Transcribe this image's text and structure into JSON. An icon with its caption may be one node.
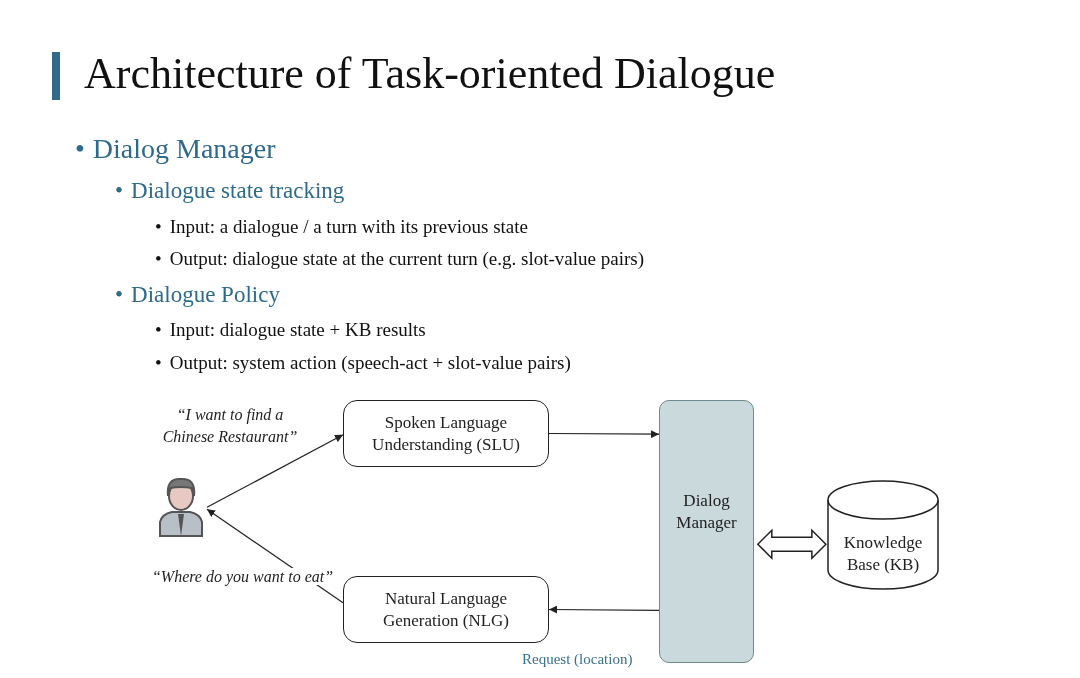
{
  "diagram": {
    "title": "Architecture of Task-oriented Dialogue",
    "nodes": [
      {
        "text": [],
        "shape": "person"
      },
      {
        "text": [
          "Spoken Language Understanding (SLU)"
        ]
      },
      {
        "text": [
          "Natural Language Generation (NLG)"
        ]
      },
      {
        "text": [
          "Dialog Manager"
        ]
      },
      {
        "text": [
          "Knowledge Base (KB)"
        ]
      }
    ],
    "edges": [
      {
        "from": 0,
        "to": 1,
        "arrow": "to",
        "label": "“I want to find a Chinese Restaurant”"
      },
      {
        "from": 2,
        "to": 0,
        "arrow": "to",
        "label": "“Where do you  want to eat”"
      },
      {
        "from": 1,
        "to": 3,
        "arrow": "to"
      },
      {
        "from": 3,
        "to": 2,
        "arrow": "to"
      },
      {
        "from": 3,
        "to": 4,
        "arrow": "both",
        "style": "thick"
      }
    ],
    "labels": [
      "•",
      "Dialog Manager",
      "•",
      "Dialogue state tracking",
      "•",
      "Input: a dialogue / a turn with its previous state",
      "•",
      "Output: dialogue state at the current turn (e.g. slot-value pairs)",
      "•",
      "Dialogue Policy",
      "•",
      "Input: dialogue state + KB results",
      "•",
      "Output: system action (speech-act + slot-value pairs)",
      "Request (location)"
    ]
  }
}
